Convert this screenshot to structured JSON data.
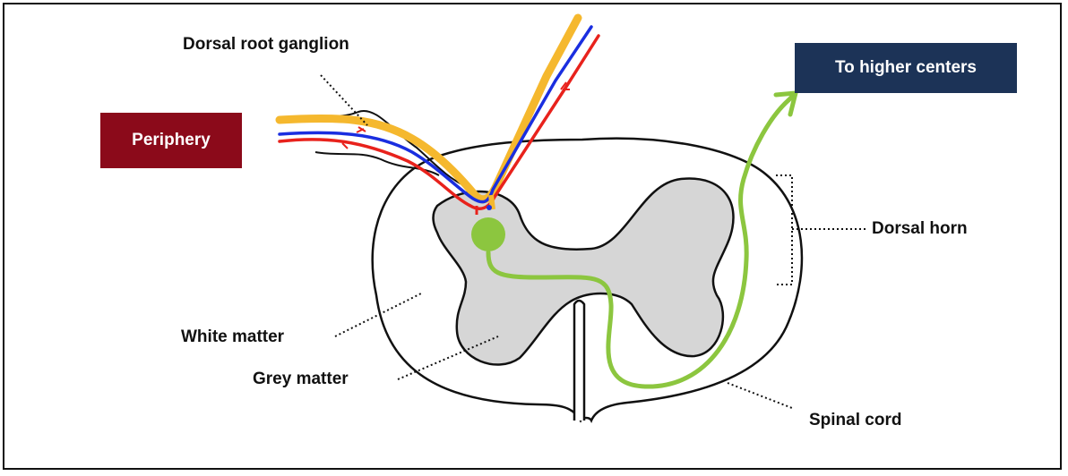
{
  "boxes": {
    "periphery": {
      "text": "Periphery",
      "color": "#8b0a1a"
    },
    "higher_centers": {
      "text": "To higher centers",
      "color": "#1c3357"
    }
  },
  "labels": {
    "dorsal_root_ganglion": "Dorsal root ganglion",
    "dorsal_horn": "Dorsal horn",
    "white_matter": "White matter",
    "grey_matter": "Grey matter",
    "spinal_cord": "Spinal cord"
  },
  "colors": {
    "fiber_yellow": "#f5b82e",
    "fiber_blue": "#1a2ee0",
    "fiber_red": "#e8221c",
    "neuron_green": "#8cc63f",
    "grey_matter_fill": "#d6d6d6",
    "outline": "#111111"
  }
}
